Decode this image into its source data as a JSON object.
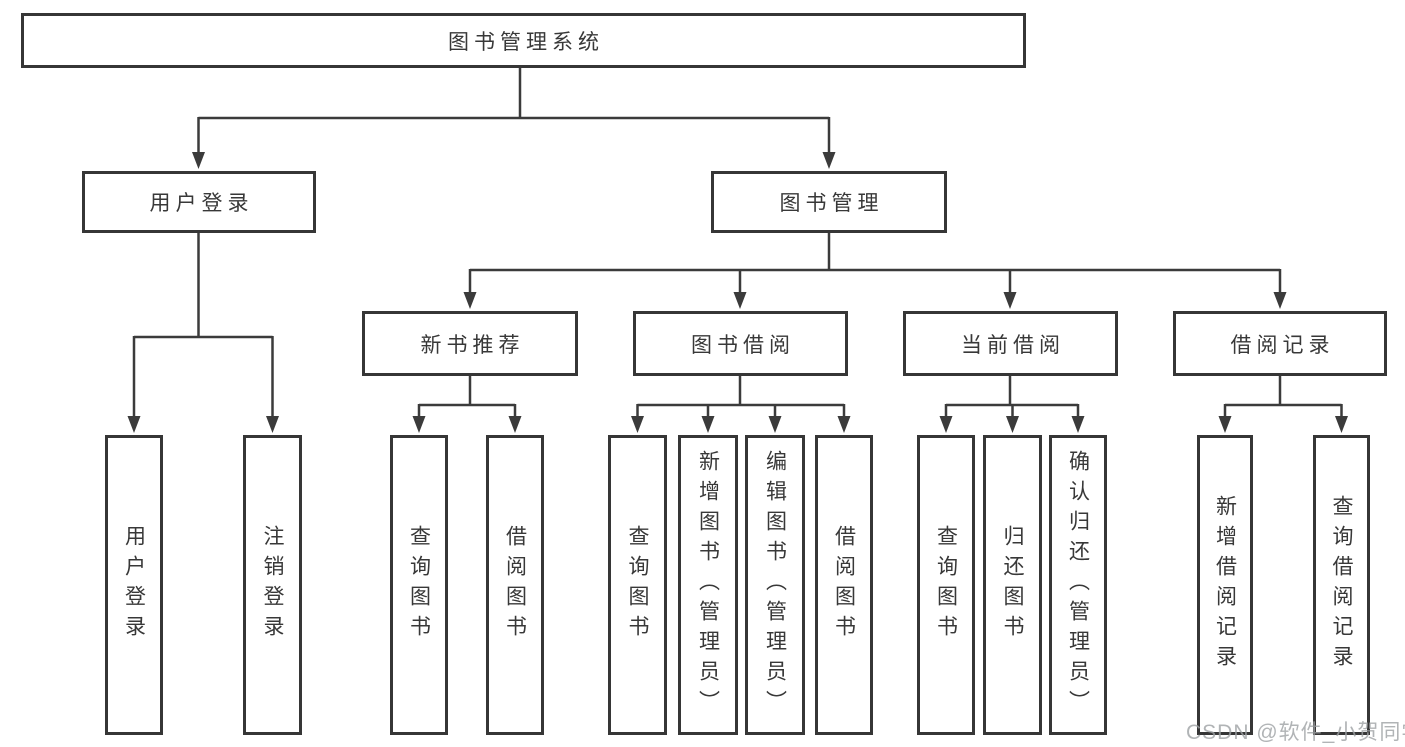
{
  "root": {
    "label": "图书管理系统"
  },
  "branches": [
    {
      "label": "用户登录",
      "children": [
        {
          "label": "用户登录"
        },
        {
          "label": "注销登录"
        }
      ]
    },
    {
      "label": "图书管理",
      "children": [
        {
          "label": "新书推荐",
          "children": [
            {
              "label": "查询图书"
            },
            {
              "label": "借阅图书"
            }
          ]
        },
        {
          "label": "图书借阅",
          "children": [
            {
              "label": "查询图书"
            },
            {
              "label": "新增图书（管理员）"
            },
            {
              "label": "编辑图书（管理员）"
            },
            {
              "label": "借阅图书"
            }
          ]
        },
        {
          "label": "当前借阅",
          "children": [
            {
              "label": "查询图书"
            },
            {
              "label": "归还图书"
            },
            {
              "label": "确认归还（管理员）"
            }
          ]
        },
        {
          "label": "借阅记录",
          "children": [
            {
              "label": "新增借阅记录"
            },
            {
              "label": "查询借阅记录"
            }
          ]
        }
      ]
    }
  ],
  "watermark": {
    "text": "CSDN @软件_小贺同学"
  },
  "colors": {
    "line": "#3b3b3b",
    "box_border": "#363636",
    "text": "#383838",
    "watermark": "#9ea1a4",
    "background": "#ffffff"
  }
}
